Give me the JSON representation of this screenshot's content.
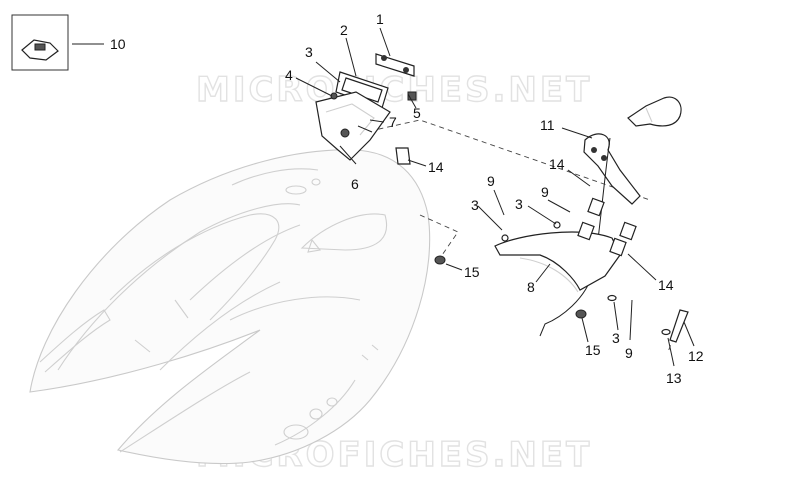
{
  "watermarks": [
    "MICROFICHES.NET",
    "MICROFICHES.NET"
  ],
  "callouts": {
    "c1": "1",
    "c2": "2",
    "c3a": "3",
    "c4": "4",
    "c5": "5",
    "c6": "6",
    "c7": "7",
    "c10": "10",
    "c14a": "14",
    "c15a": "15",
    "c11": "11",
    "c14b": "14",
    "c9a": "9",
    "c9b": "9",
    "c3b": "3",
    "c3c": "3",
    "c8": "8",
    "c14c": "14",
    "c15b": "15",
    "c3d": "3",
    "c9c": "9",
    "c12": "12",
    "c13": "13"
  }
}
